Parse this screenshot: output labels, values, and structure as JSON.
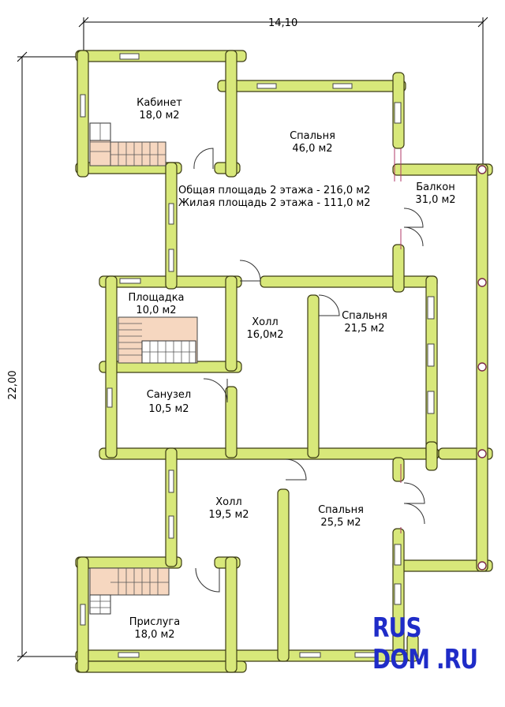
{
  "dimensions": {
    "width_label": "14,10",
    "height_label": "22,00"
  },
  "summary": {
    "total_area": "Общая площадь 2 этажа - 216,0 м2",
    "living_area": "Жилая площадь 2 этажа - 111,0 м2"
  },
  "rooms": {
    "kabinet": {
      "name": "Кабинет",
      "area": "18,0 м2"
    },
    "spalnya_main": {
      "name": "Спальня",
      "area": "46,0 м2"
    },
    "balkon": {
      "name": "Балкон",
      "area": "31,0 м2"
    },
    "ploshchadka": {
      "name": "Площадка",
      "area": "10,0 м2"
    },
    "holl_upper": {
      "name": "Холл",
      "area": "16,0м2"
    },
    "spalnya_mid": {
      "name": "Спальня",
      "area": "21,5 м2"
    },
    "sanuzel": {
      "name": "Санузел",
      "area": "10,5 м2"
    },
    "holl_lower": {
      "name": "Холл",
      "area": "19,5 м2"
    },
    "spalnya_lower": {
      "name": "Спальня",
      "area": "25,5 м2"
    },
    "prisluga": {
      "name": "Прислуга",
      "area": "18,0 м2"
    }
  },
  "logo": {
    "text": "RUS DOM .RU",
    "color": "#1f2cc8"
  },
  "colors": {
    "wall": "#d8e87a",
    "outline": "#3c3c14",
    "stair": "#f6d7c0"
  }
}
